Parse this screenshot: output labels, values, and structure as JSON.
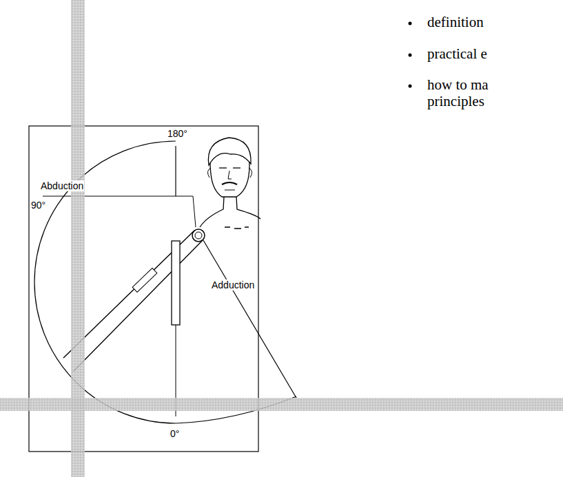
{
  "diagram": {
    "labels": [
      "definition",
      "practical e",
      "how to ma principles",
      "180°",
      "Abduction",
      "90°",
      "Adduction",
      "0°"
    ]
  }
}
